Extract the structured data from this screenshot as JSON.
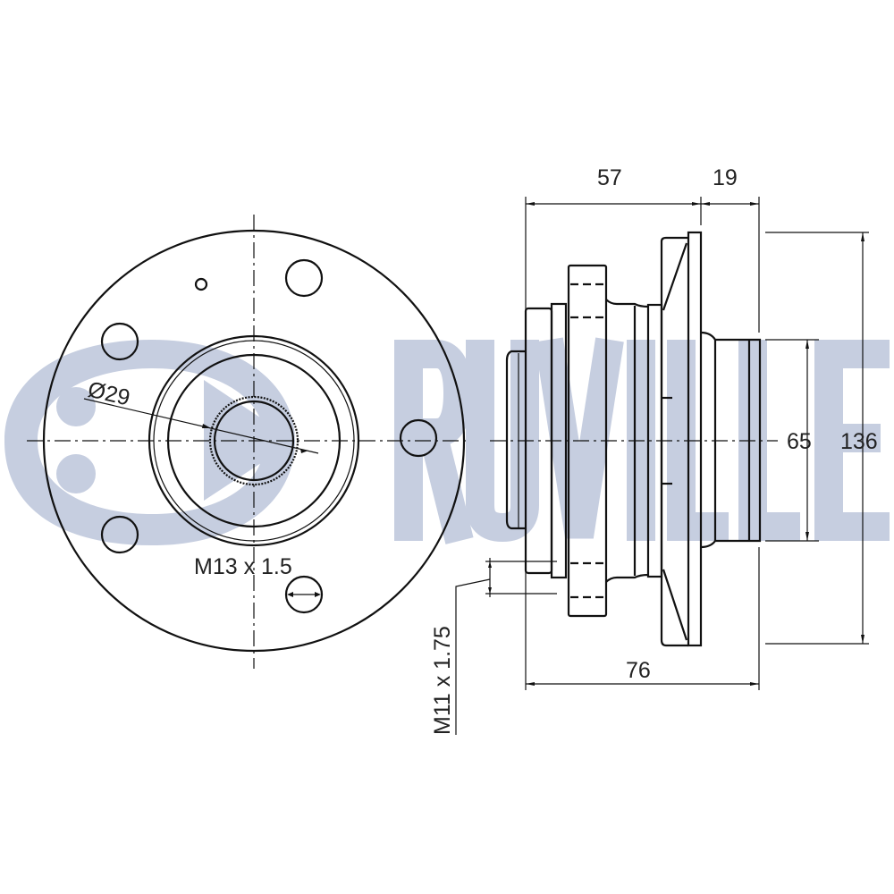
{
  "brand": {
    "logo_text": "RUVILLE",
    "watermark_color": "#c6cee0"
  },
  "front_view": {
    "bore_diameter": "Ø29",
    "wheel_bolt_thread": "M13 x 1.5"
  },
  "side_view": {
    "dim_hub_depth": "57",
    "dim_stub_length": "19",
    "dim_total_length": "76",
    "dim_spigot_diameter": "65",
    "dim_flange_diameter": "136",
    "mounting_thread": "M11 x 1.75"
  },
  "colors": {
    "line": "#111111",
    "watermark": "#c6cee0"
  }
}
